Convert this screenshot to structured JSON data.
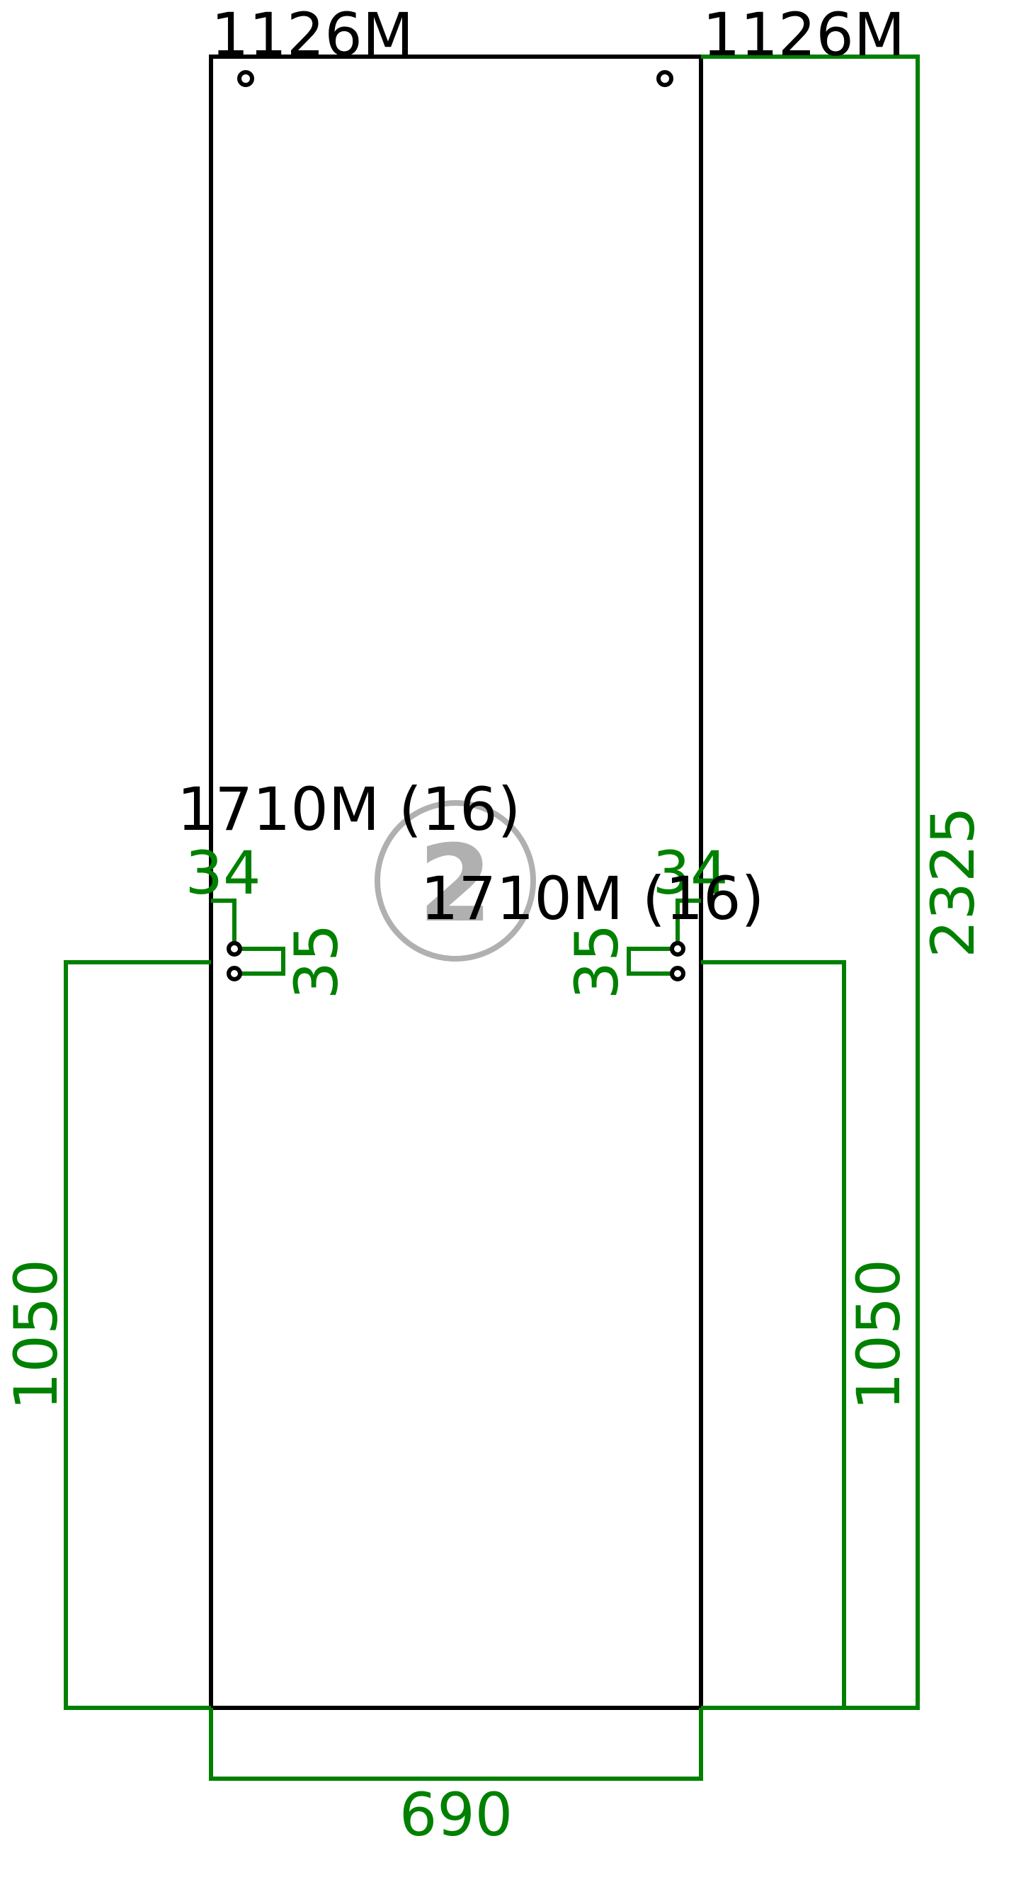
{
  "panel": {
    "number": "2",
    "width": "690",
    "height": "2325"
  },
  "hinge_labels": {
    "top_left": "1126M",
    "top_right": "1126M"
  },
  "hardware_labels": {
    "left": "1710M (16)",
    "right": "1710M (16)"
  },
  "dimensions": {
    "left_height": "1050",
    "right_height": "1050",
    "left_offset_x": "34",
    "right_offset_x": "34",
    "left_spacing": "35",
    "right_spacing": "35"
  },
  "colors": {
    "outline": "#000000",
    "dimension": "#008000",
    "panel_number": "#b0b0b0"
  }
}
